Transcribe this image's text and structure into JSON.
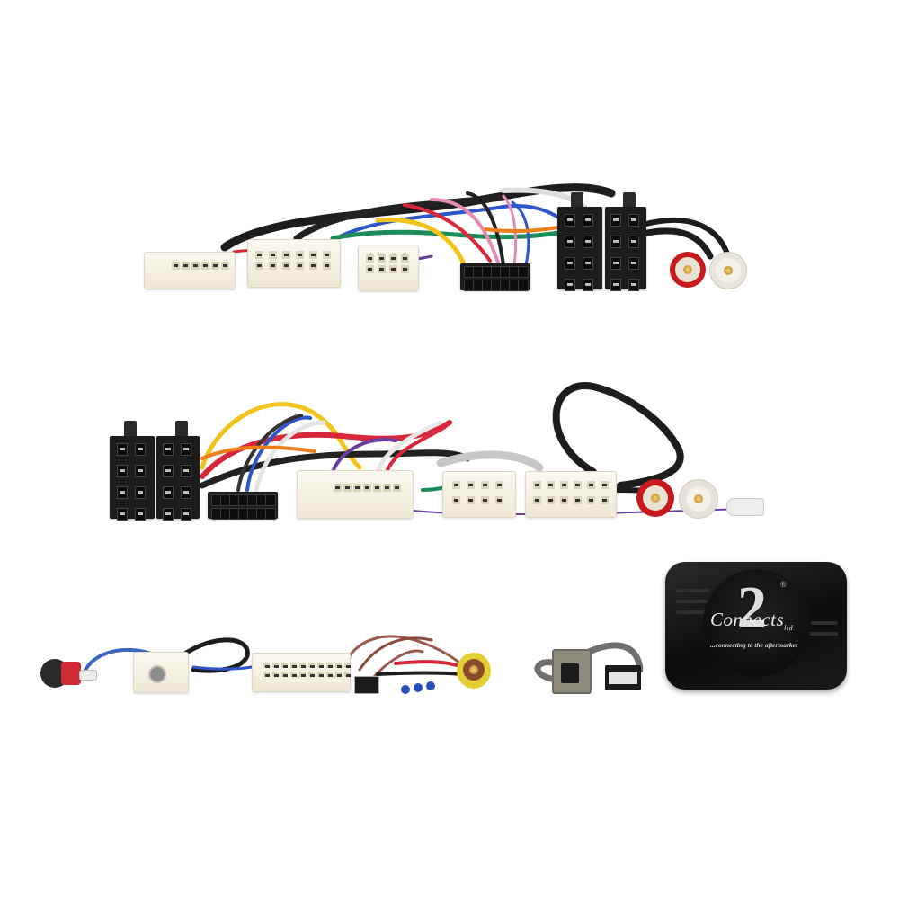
{
  "scene": {
    "description": "Car stereo installation wiring harness kit on white background",
    "background_color": "#ffffff"
  },
  "interface_box": {
    "logo_number": "2",
    "logo_brand": "Connects",
    "logo_registered": "®",
    "logo_suffix": "ltd",
    "tagline": "...connecting to the aftermarket",
    "color": "#111111"
  },
  "rows": [
    {
      "name": "top-harness",
      "components": [
        "white-oem-connector",
        "white-oem-connector-16pin",
        "white-oem-connector-small",
        "black-16pin-connector",
        "iso-power-connector",
        "iso-speaker-connector",
        "rca-red",
        "rca-white"
      ]
    },
    {
      "name": "middle-harness",
      "components": [
        "iso-power-connector",
        "iso-speaker-connector",
        "black-16pin-connector",
        "white-oem-connector-wide",
        "white-oem-connector-small",
        "white-oem-connector-12pin",
        "rca-red",
        "rca-white",
        "antenna-plug"
      ]
    },
    {
      "name": "bottom-accessories",
      "components": [
        "antenna-adapter",
        "white-antenna-connector",
        "white-oem-connector-28pin",
        "camera-adapter-rca-yellow",
        "usb-adapter",
        "interface-box"
      ]
    }
  ],
  "colors": {
    "wire_black": "#1d1d1d",
    "wire_red": "#d8263a",
    "wire_yellow": "#f2c31a",
    "wire_blue": "#2f56c8",
    "wire_green": "#1d8c5a",
    "wire_pink": "#e58ab3",
    "wire_purple": "#6a3fa0",
    "wire_orange": "#ef7d1a",
    "wire_white": "#e8e8e8",
    "wire_grey": "#7b7b7b",
    "wire_brown": "#8b4a3c",
    "connector_white": "#f4efe0",
    "connector_black": "#1c1c1c",
    "rca_red": "#d01f23",
    "rca_yellow": "#e6d23a"
  }
}
